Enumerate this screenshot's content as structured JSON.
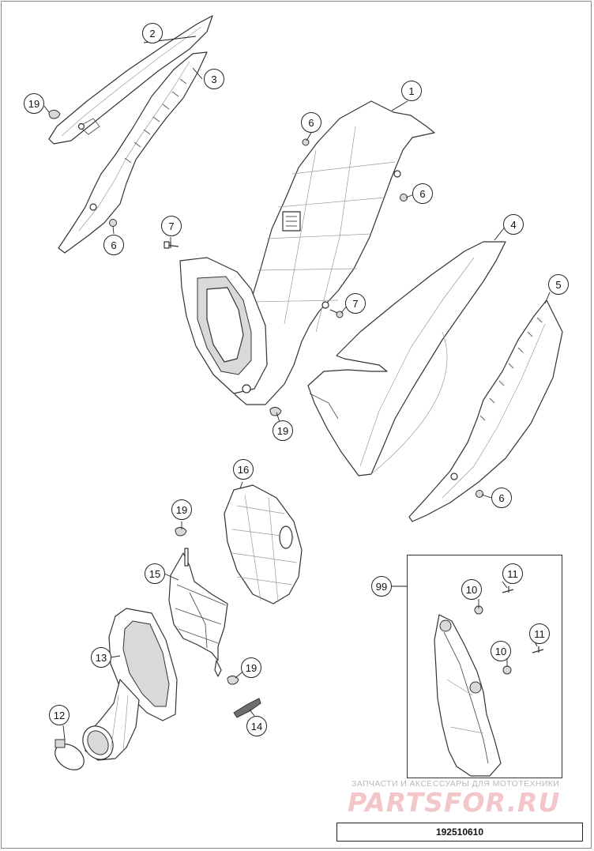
{
  "diagram": {
    "callouts": [
      {
        "id": "c1",
        "label": "1"
      },
      {
        "id": "c2",
        "label": "2"
      },
      {
        "id": "c3",
        "label": "3"
      },
      {
        "id": "c4",
        "label": "4"
      },
      {
        "id": "c5",
        "label": "5"
      },
      {
        "id": "c6a",
        "label": "6"
      },
      {
        "id": "c6b",
        "label": "6"
      },
      {
        "id": "c6c",
        "label": "6"
      },
      {
        "id": "c6d",
        "label": "6"
      },
      {
        "id": "c7a",
        "label": "7"
      },
      {
        "id": "c7b",
        "label": "7"
      },
      {
        "id": "c10a",
        "label": "10"
      },
      {
        "id": "c10b",
        "label": "10"
      },
      {
        "id": "c11a",
        "label": "11"
      },
      {
        "id": "c11b",
        "label": "11"
      },
      {
        "id": "c12",
        "label": "12"
      },
      {
        "id": "c13",
        "label": "13"
      },
      {
        "id": "c14",
        "label": "14"
      },
      {
        "id": "c15",
        "label": "15"
      },
      {
        "id": "c16",
        "label": "16"
      },
      {
        "id": "c19a",
        "label": "19"
      },
      {
        "id": "c19b",
        "label": "19"
      },
      {
        "id": "c19c",
        "label": "19"
      },
      {
        "id": "c19d",
        "label": "19"
      },
      {
        "id": "c99",
        "label": "99"
      }
    ],
    "drawing_number": "192510610"
  },
  "watermark": {
    "tagline": "ЗАПЧАСТИ И АКСЕССУАРЫ ДЛЯ МОТОТЕХНИКИ",
    "logo": "PARTSFOR.RU"
  },
  "colors": {
    "line": "#333333",
    "frame": "#8a8a8a",
    "watermark_logo": "#f3c6c9",
    "watermark_text": "#b9b9b9"
  }
}
